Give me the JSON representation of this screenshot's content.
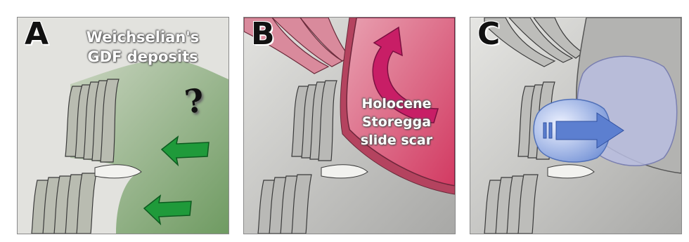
{
  "panels": [
    {
      "letter": "A",
      "caption": "Weichselian's GDF deposits",
      "caption_lines": [
        "Weichselian's",
        "GDF deposits"
      ],
      "annotation": "?"
    },
    {
      "letter": "B",
      "caption": "Holocene Storegga slide scar",
      "caption_lines": [
        "Holocene",
        "Storegga",
        "slide scar"
      ]
    },
    {
      "letter": "C",
      "caption": ""
    }
  ],
  "colors": {
    "background": "#e4e4e1",
    "ridge_fill": "#b9bcb1",
    "ridge_stroke": "#3a3a3a",
    "green_deposit": "#7fa474",
    "green_arrow": "#1f9a3a",
    "slide_scar": "#d85a78",
    "slide_arrow": "#c81e66",
    "blue_arrow": "#5c7fd0",
    "lavender_lobe": "#b9bde0"
  }
}
